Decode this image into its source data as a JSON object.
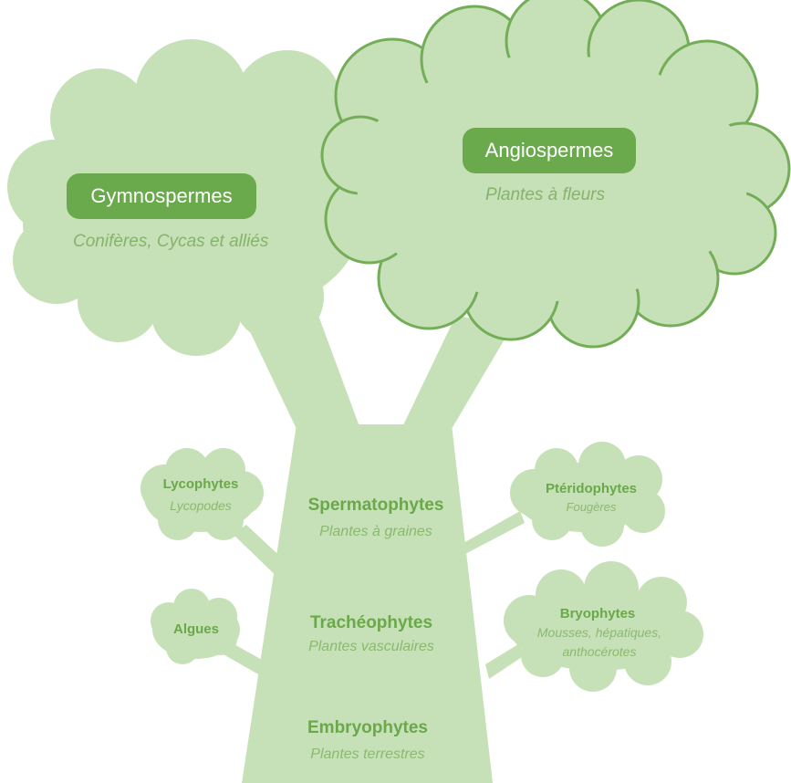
{
  "colors": {
    "fill": "#c6e1b7",
    "stroke": "#74ad58",
    "pill": "#6aaa4c",
    "bold_text": "#6aa84a",
    "italic_text": "#8bb970"
  },
  "crowns": {
    "gymnospermes": {
      "title": "Gymnospermes",
      "subtitle": "Conifères, Cycas et alliés"
    },
    "angiospermes": {
      "title": "Angiospermes",
      "subtitle": "Plantes à fleurs"
    }
  },
  "trunk": [
    {
      "title": "Spermatophytes",
      "subtitle": "Plantes à graines"
    },
    {
      "title": "Trachéophytes",
      "subtitle": "Plantes vasculaires"
    },
    {
      "title": "Embryophytes",
      "subtitle": "Plantes terrestres"
    }
  ],
  "side_groups": {
    "lycophytes": {
      "title": "Lycophytes",
      "subtitle": "Lycopodes"
    },
    "pteridophytes": {
      "title": "Ptéridophytes",
      "subtitle": "Fougères"
    },
    "algues": {
      "title": "Algues"
    },
    "bryophytes": {
      "title": "Bryophytes",
      "subtitle_line1": "Mousses, hépatiques,",
      "subtitle_line2": "anthocérotes"
    }
  }
}
